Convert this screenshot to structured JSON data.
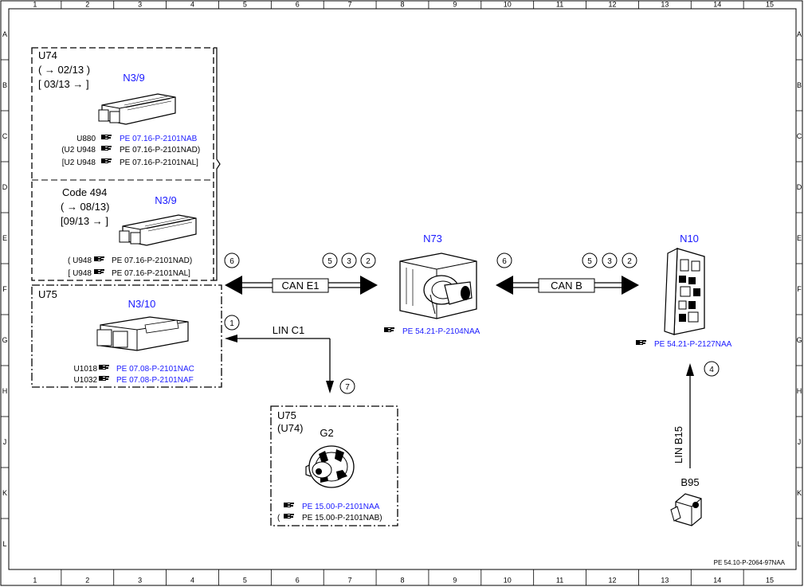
{
  "frame": {
    "columns": [
      "1",
      "2",
      "3",
      "4",
      "5",
      "6",
      "7",
      "8",
      "9",
      "10",
      "11",
      "12",
      "13",
      "14",
      "15"
    ],
    "rows": [
      "A",
      "B",
      "C",
      "D",
      "E",
      "F",
      "G",
      "H",
      "J",
      "K",
      "L"
    ]
  },
  "document_ref": "PE 54.10-P-2064-97NAA",
  "group_u74": {
    "variant_label": "U74",
    "date_range_1": "( → 02/13 )",
    "date_range_2": "[ 03/13 → ]",
    "component": "N3/9",
    "refs": [
      {
        "code": "U880",
        "doc": "PE 07.16-P-2101NAB"
      },
      {
        "code": "(U2  U948",
        "doc": "PE 07.16-P-2101NAD)"
      },
      {
        "code": "[U2  U948",
        "doc": "PE 07.16-P-2101NAL]"
      }
    ]
  },
  "group_code494": {
    "variant_label": "Code 494",
    "date_range_1": "( → 08/13)",
    "date_range_2": "[09/13  → ]",
    "component": "N3/9",
    "refs": [
      {
        "code": "( U948",
        "doc": "PE 07.16-P-2101NAD)"
      },
      {
        "code": "[ U948",
        "doc": "PE 07.16-P-2101NAL]"
      }
    ]
  },
  "group_u75": {
    "variant_label": "U75",
    "component": "N3/10",
    "refs": [
      {
        "code": "U1018",
        "doc": "PE 07.08-P-2101NAC"
      },
      {
        "code": "U1032",
        "doc": "PE 07.08-P-2101NAF"
      }
    ]
  },
  "n73": {
    "label": "N73",
    "doc": "PE 54.21-P-2104NAA"
  },
  "n10": {
    "label": "N10",
    "doc": "PE 54.21-P-2127NAA"
  },
  "b95": {
    "label": "B95"
  },
  "g2": {
    "variant_1": "U75",
    "variant_2": "(U74)",
    "label": "G2",
    "doc_1": "PE 15.00-P-2101NAA",
    "doc_2_prefix": "(",
    "doc_2": "PE 15.00-P-2101NAB)"
  },
  "buses": {
    "can_e1": "CAN E1",
    "can_b": "CAN B",
    "lin_c1": "LIN C1",
    "lin_b15": "LIN B15"
  },
  "markers": {
    "m6_left": "6",
    "m5_left": "5",
    "m3_left": "3",
    "m2_left": "2",
    "m6_right": "6",
    "m5_right": "5",
    "m3_right": "3",
    "m2_right": "2",
    "m1": "1",
    "m7": "7",
    "m4": "4"
  },
  "icons": {
    "reference": "pointing-hand-icon"
  },
  "colors": {
    "link_blue": "#1a1aff",
    "line": "#000000"
  }
}
